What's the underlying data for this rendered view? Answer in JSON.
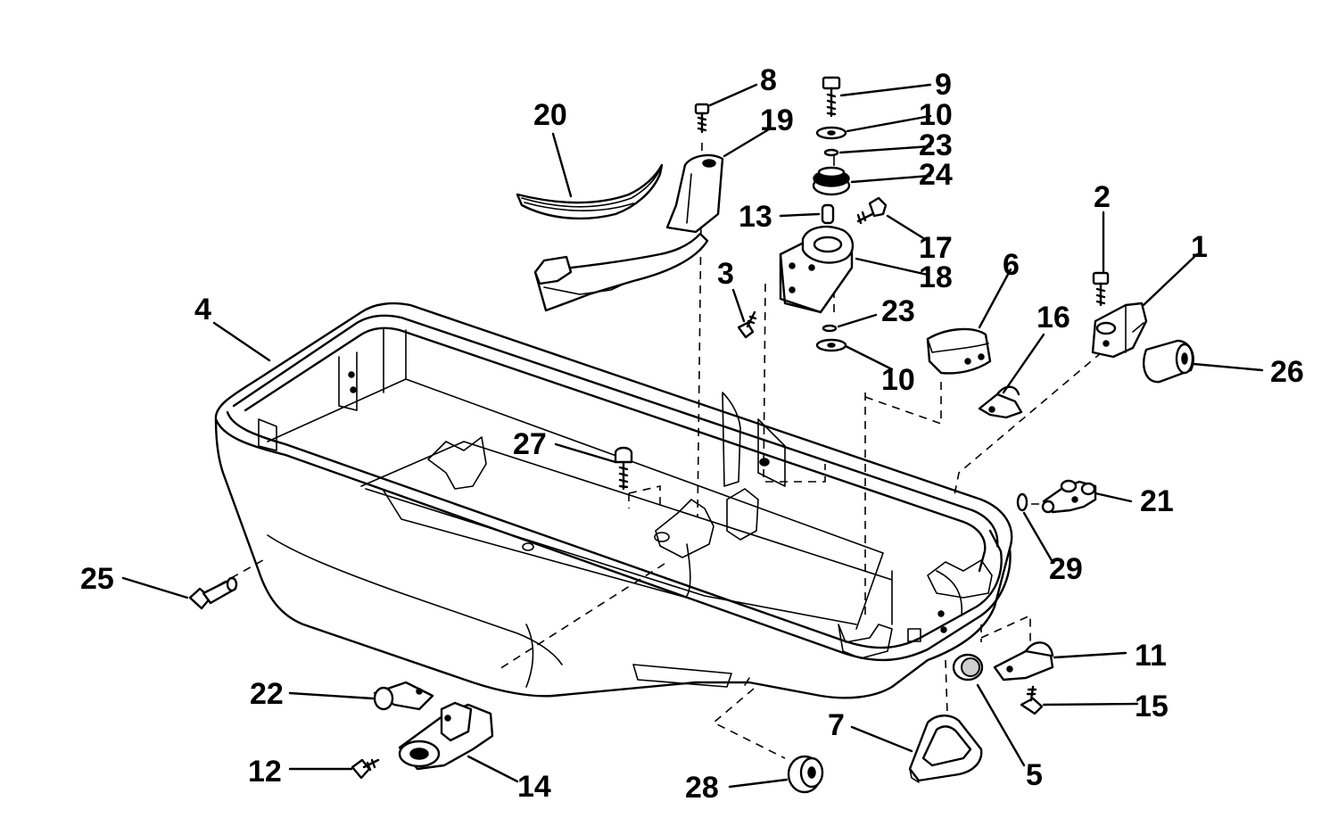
{
  "diagram": {
    "labels": {
      "1": "1",
      "2": "2",
      "3": "3",
      "4": "4",
      "5": "5",
      "6": "6",
      "7": "7",
      "8": "8",
      "9": "9",
      "10a": "10",
      "10b": "10",
      "11": "11",
      "12": "12",
      "13": "13",
      "14": "14",
      "15": "15",
      "16": "16",
      "17": "17",
      "18": "18",
      "19": "19",
      "20": "20",
      "21": "21",
      "22": "22",
      "23a": "23",
      "23b": "23",
      "24": "24",
      "25": "25",
      "26": "26",
      "27": "27",
      "28": "28",
      "29": "29"
    }
  }
}
